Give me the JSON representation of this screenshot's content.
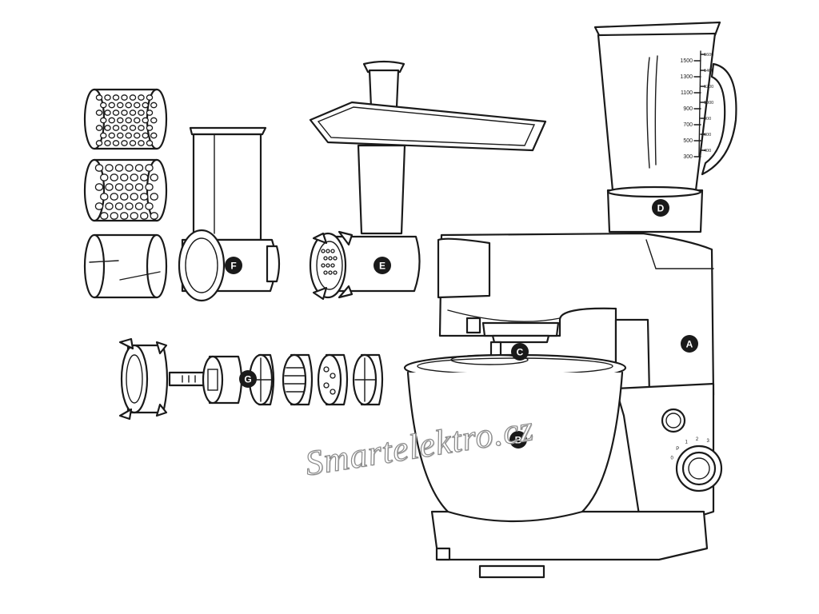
{
  "parts": [
    {
      "id": "A",
      "name": "mixer-base"
    },
    {
      "id": "B",
      "name": "mixing-bowl"
    },
    {
      "id": "C",
      "name": "drive-outlet"
    },
    {
      "id": "D",
      "name": "blender-jug"
    },
    {
      "id": "E",
      "name": "meat-grinder"
    },
    {
      "id": "F",
      "name": "slicer-shredder"
    },
    {
      "id": "G",
      "name": "grinder-accessories"
    }
  ],
  "jug_scale_left": [
    "1500",
    "1300",
    "1100",
    "900",
    "700",
    "500",
    "300"
  ],
  "jug_scale_right": [
    "1600",
    "1400",
    "1200",
    "1000",
    "800",
    "600",
    "400"
  ],
  "speed_marks": [
    "0",
    "P",
    "1",
    "2",
    "3"
  ],
  "watermark": "Smartelektro.cz"
}
